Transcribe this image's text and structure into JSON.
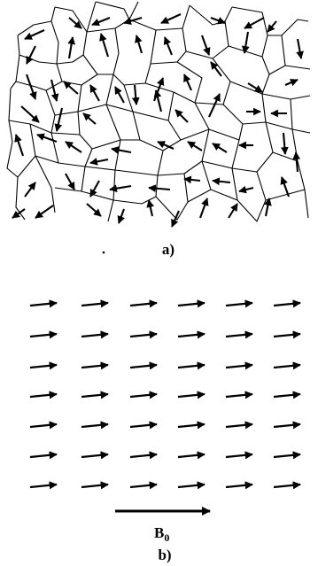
{
  "panel_a": {
    "caption": "a)"
  },
  "panel_b": {
    "caption": "b)",
    "field_symbol": "B",
    "field_subscript": "0"
  }
}
